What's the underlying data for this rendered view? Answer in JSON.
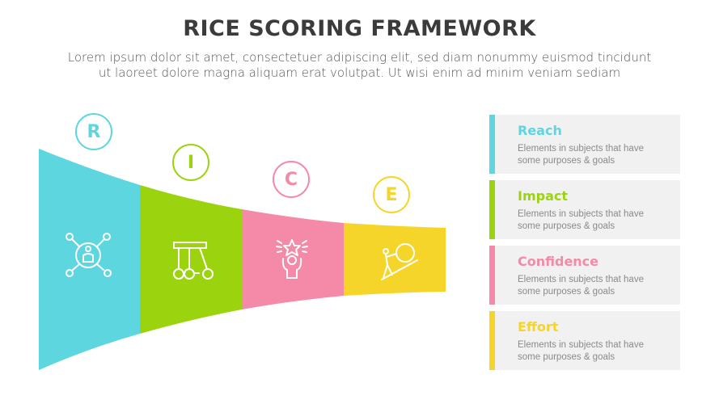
{
  "header": {
    "title": "RICE SCORING FRAMEWORK",
    "subtitle_line1": "Lorem ipsum dolor sit amet, consectetuer adipiscing elit, sed diam nonummy euismod tincidunt",
    "subtitle_line2": "ut laoreet dolore magna aliquam erat volutpat. Ut wisi enim ad minim veniam sediam"
  },
  "colors": {
    "reach": "#5dd6e0",
    "impact": "#9bd40f",
    "confidence": "#f48aa8",
    "effort": "#f5d52a",
    "card_bg": "#f1f1f1",
    "title": "#3b3b3b"
  },
  "segments": [
    {
      "letter": "R",
      "icon": "network-person-icon",
      "color": "#5dd6e0"
    },
    {
      "letter": "I",
      "icon": "newton-cradle-icon",
      "color": "#9bd40f"
    },
    {
      "letter": "C",
      "icon": "star-celebration-icon",
      "color": "#f48aa8"
    },
    {
      "letter": "E",
      "icon": "push-boulder-uphill-icon",
      "color": "#f5d52a"
    }
  ],
  "cards": [
    {
      "title": "Reach",
      "desc_line1": "Elements in subjects that have",
      "desc_line2": "some purposes & goals",
      "color": "#5dd6e0"
    },
    {
      "title": "Impact",
      "desc_line1": "Elements in subjects that have",
      "desc_line2": "some purposes & goals",
      "color": "#9bd40f"
    },
    {
      "title": "Confidence",
      "desc_line1": "Elements in subjects that have",
      "desc_line2": "some purposes & goals",
      "color": "#f48aa8"
    },
    {
      "title": "Effort",
      "desc_line1": "Elements in subjects that have",
      "desc_line2": "some purposes & goals",
      "color": "#f5d52a"
    }
  ]
}
